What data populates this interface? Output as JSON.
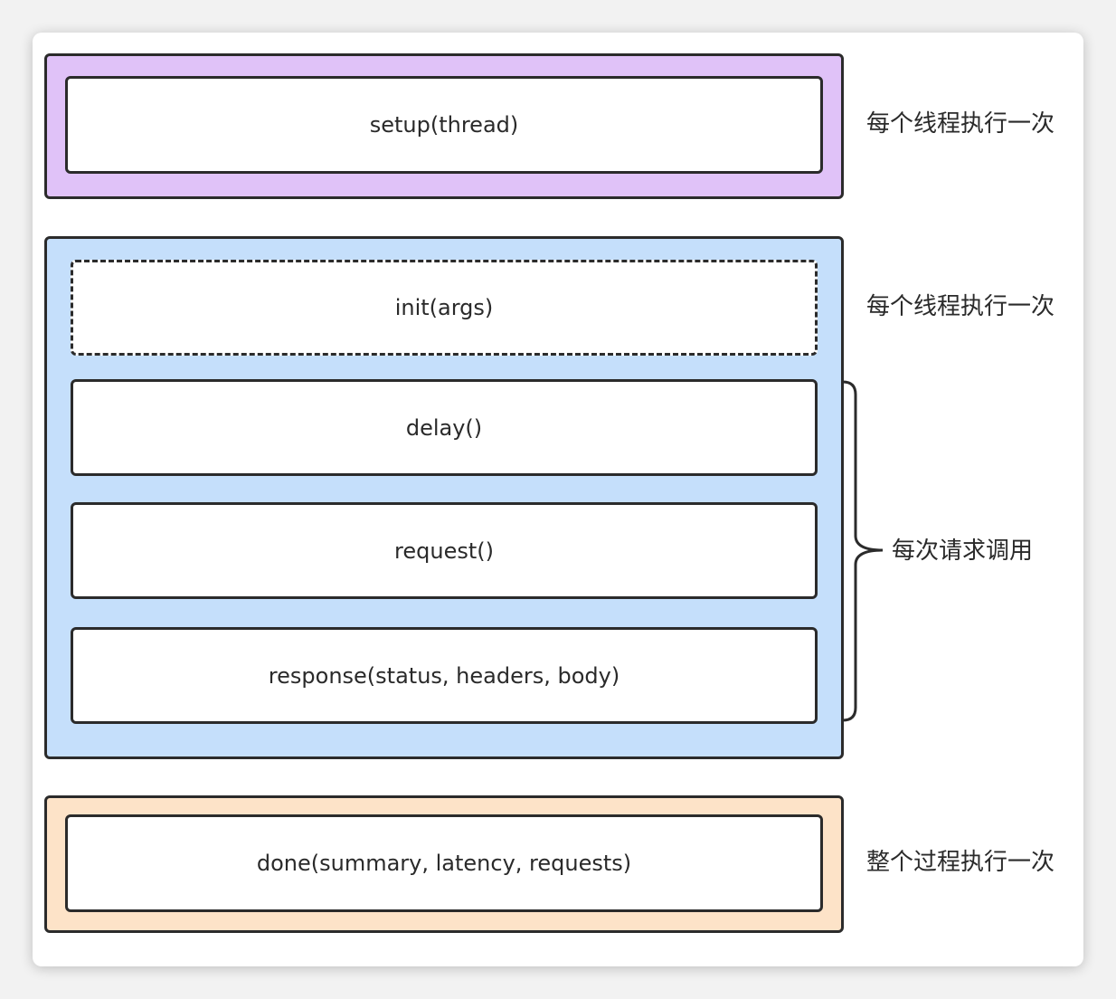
{
  "colors": {
    "setup_group": "#e0c2f8",
    "request_group": "#c5dffb",
    "done_group": "#fde3c8",
    "border": "#2b2b2b"
  },
  "stages": {
    "setup": {
      "function": "setup(thread)",
      "note": "每个线程执行一次"
    },
    "init": {
      "function": "init(args)",
      "note": "每个线程执行一次",
      "border_style": "dashed"
    },
    "delay": {
      "function": "delay()"
    },
    "request": {
      "function": "request()"
    },
    "response": {
      "function": "response(status, headers, body)"
    },
    "per_request_note": "每次请求调用",
    "done": {
      "function": "done(summary, latency, requests)",
      "note": "整个过程执行一次"
    }
  }
}
